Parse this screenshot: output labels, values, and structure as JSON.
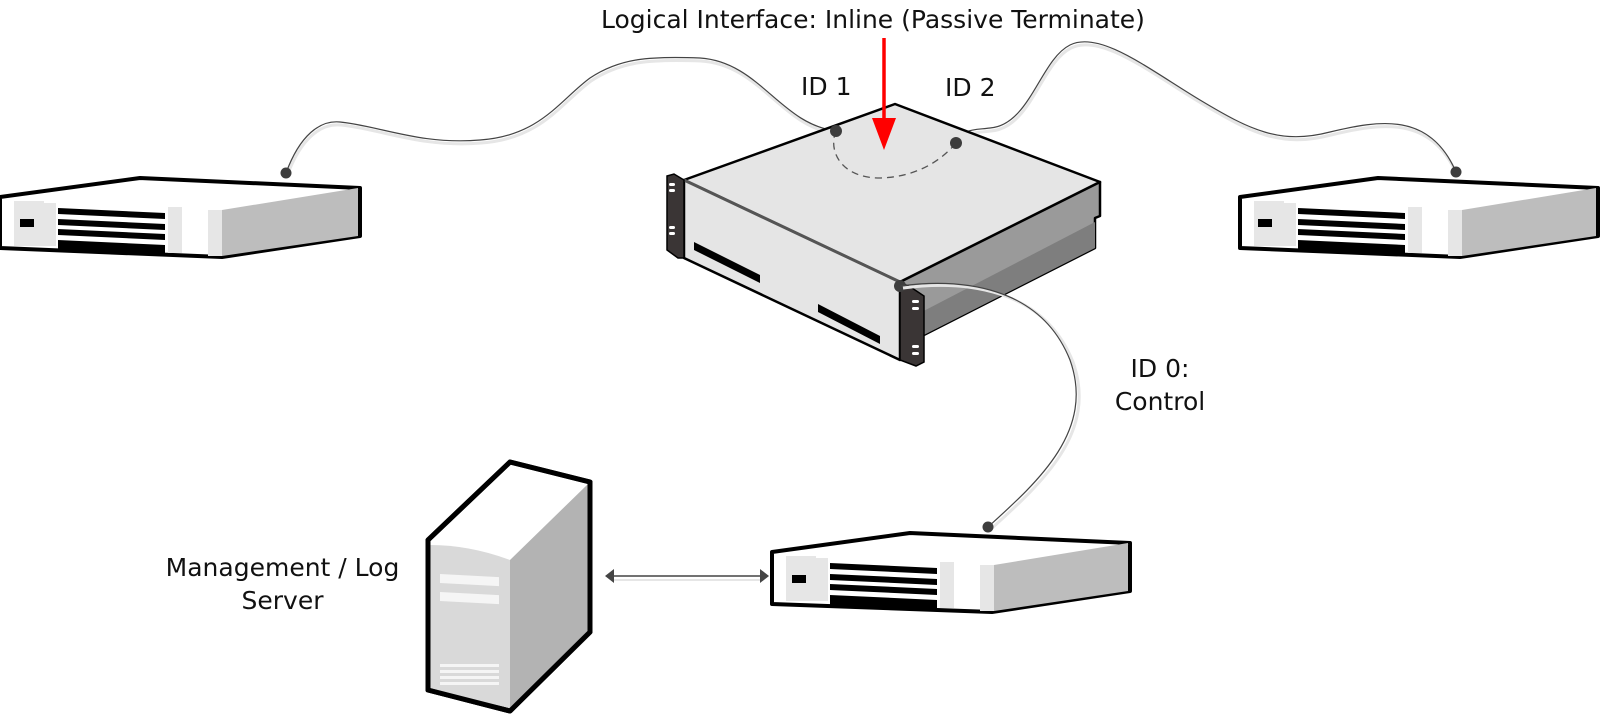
{
  "diagram": {
    "title": "Logical Interface: Inline (Passive Terminate)",
    "colors": {
      "arrow": "#ff0000",
      "cable": "#444444",
      "port": "#3d3d3d",
      "outline": "#000000"
    },
    "labels": {
      "id1": "ID 1",
      "id2": "ID 2",
      "id0_line1": "ID 0:",
      "id0_line2": "Control",
      "mgmt_line1": "Management / Log",
      "mgmt_line2": "Server"
    },
    "nodes": [
      {
        "id": "left-network-device",
        "type": "1U network device"
      },
      {
        "id": "inline-appliance",
        "type": "2U rack appliance"
      },
      {
        "id": "right-network-device",
        "type": "1U network device"
      },
      {
        "id": "control-network-device",
        "type": "1U network device"
      },
      {
        "id": "management-log-server",
        "type": "tower server",
        "label": "Management / Log Server"
      }
    ],
    "links": [
      {
        "from": "left-network-device",
        "to": "inline-appliance",
        "interface": "ID 1",
        "style": "cable"
      },
      {
        "from": "inline-appliance",
        "to": "right-network-device",
        "interface": "ID 2",
        "style": "cable"
      },
      {
        "from": "inline-appliance",
        "to": "inline-appliance",
        "between": [
          "ID 1",
          "ID 2"
        ],
        "style": "dashed-internal"
      },
      {
        "from": "inline-appliance",
        "to": "control-network-device",
        "interface": "ID 0: Control",
        "style": "cable"
      },
      {
        "from": "management-log-server",
        "to": "control-network-device",
        "style": "bidirectional-arrow"
      }
    ]
  }
}
